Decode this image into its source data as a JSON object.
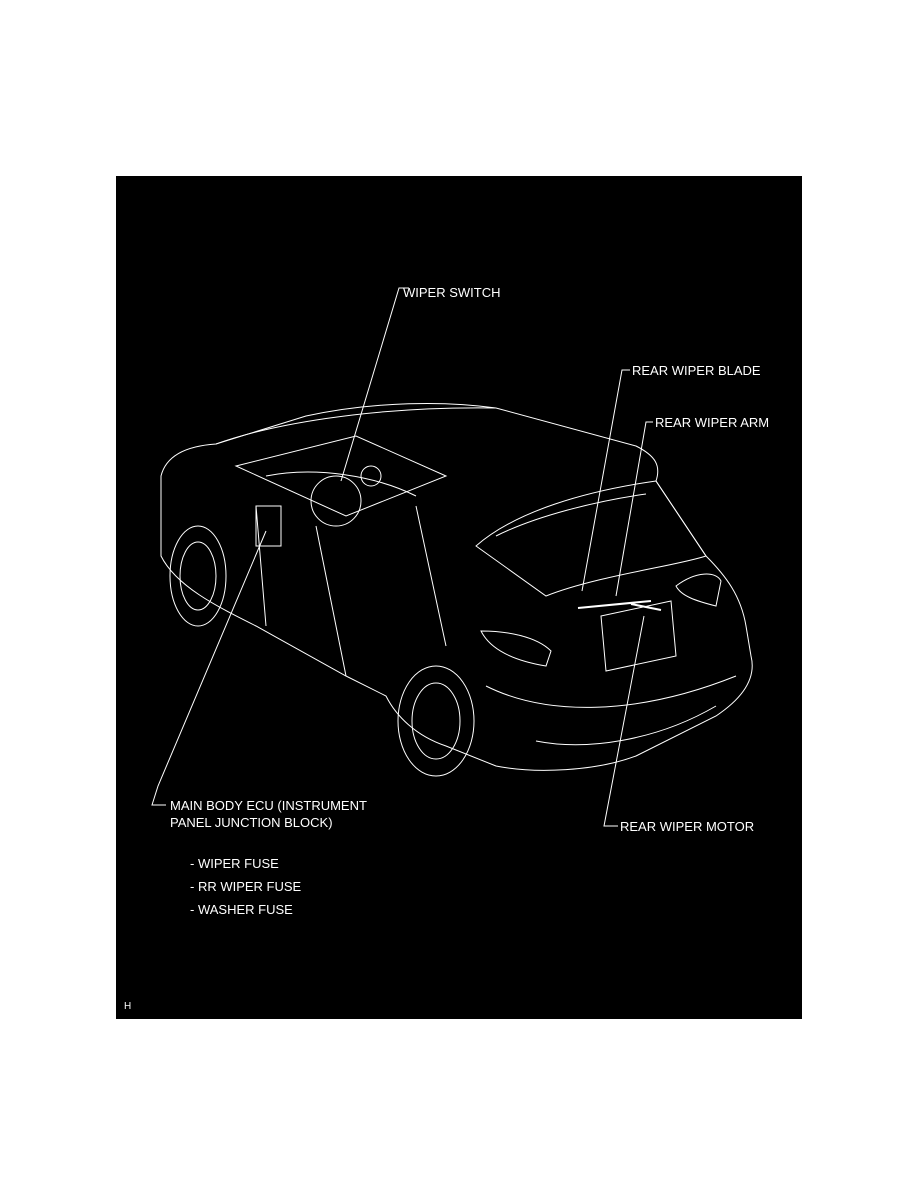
{
  "labels": {
    "wiper_switch": "WIPER SWITCH",
    "rear_wiper_blade": "REAR WIPER BLADE",
    "rear_wiper_arm": "REAR WIPER ARM",
    "rear_wiper_motor": "REAR WIPER MOTOR",
    "main_body_ecu_line1": "MAIN BODY ECU (INSTRUMENT",
    "main_body_ecu_line2": "PANEL JUNCTION BLOCK)"
  },
  "fuses": [
    "- WIPER FUSE",
    "- RR WIPER FUSE",
    "- WASHER FUSE"
  ],
  "corner_mark": "H",
  "colors": {
    "background": "#000000",
    "linework": "#ffffff"
  }
}
